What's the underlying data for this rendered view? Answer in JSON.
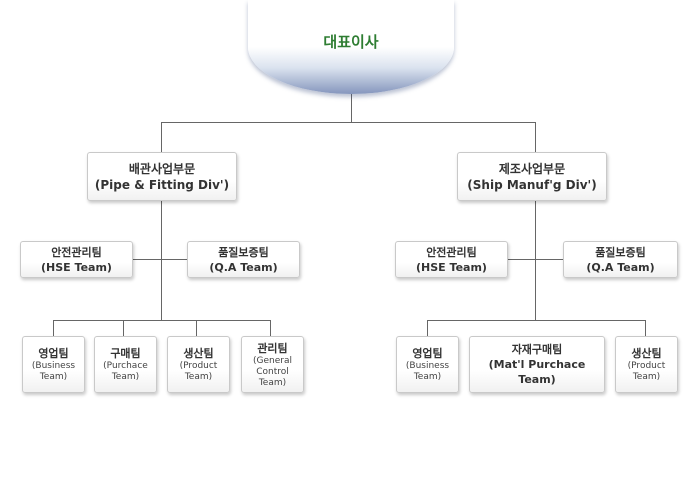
{
  "ceo": "대표이사",
  "divisions": {
    "pipe": {
      "name": "배관사업부문",
      "en": "(Pipe & Fitting Div')"
    },
    "ship": {
      "name": "제조사업부문",
      "en": "(Ship Manuf'g Div')"
    }
  },
  "teams": {
    "left_hse": {
      "name": "안전관리팀",
      "en": "(HSE Team)"
    },
    "left_qa": {
      "name": "품질보증팀",
      "en": "(Q.A Team)"
    },
    "left_business": {
      "name": "영업팀",
      "en1": "(Business",
      "en2": "Team)"
    },
    "left_purchase": {
      "name": "구매팀",
      "en1": "(Purchace",
      "en2": "Team)"
    },
    "left_product": {
      "name": "생산팀",
      "en1": "(Product",
      "en2": "Team)"
    },
    "left_general": {
      "name": "관리팀",
      "en1": "(General",
      "en2": "Control",
      "en3": "Team)"
    },
    "right_hse": {
      "name": "안전관리팀",
      "en": "(HSE Team)"
    },
    "right_qa": {
      "name": "품질보증팀",
      "en": "(Q.A Team)"
    },
    "right_business": {
      "name": "영업팀",
      "en1": "(Business",
      "en2": "Team)"
    },
    "right_material": {
      "name": "자재구매팀",
      "en": "(Mat'l Purchace Team)"
    },
    "right_product": {
      "name": "생산팀",
      "en1": "(Product",
      "en2": "Team)"
    }
  },
  "colors": {
    "ceo_text": "#2e7d32",
    "connector": "#666666",
    "ceo_accent": "#8596bd"
  }
}
